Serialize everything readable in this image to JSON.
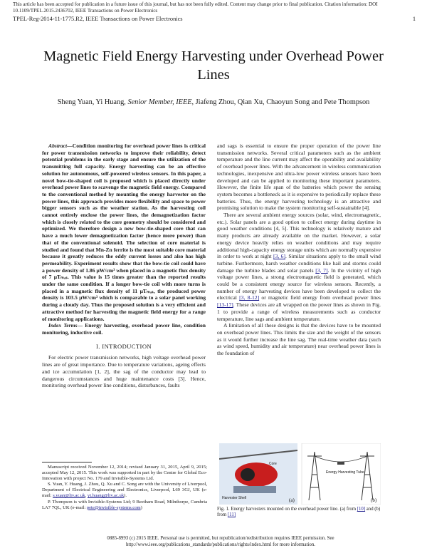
{
  "banner": "This article has been accepted for publication in a future issue of this journal, but has not been fully edited. Content may change prior to final publication. Citation information: DOI 10.1109/TPEL.2015.2436702, IEEE Transactions on Power Electronics",
  "header": {
    "left": "TPEL-Reg-2014-11-1775.R2, IEEE Transactions on Power Electronics",
    "page_number": "1"
  },
  "title": "Magnetic Field Energy Harvesting under Overhead Power Lines",
  "authors": {
    "part1": "Sheng Yuan, Yi Huang, ",
    "member": "Senior Member, IEEE",
    "part2": ", Jiafeng Zhou, Qian Xu, Chaoyun Song and Pete Thompson"
  },
  "abstract": {
    "label": "Abstract",
    "text": "—Condition monitoring for overhead power lines is critical for power transmission networks to improve their reliability, detect potential problems in the early stage and ensure the utilization of the transmitting full capacity. Energy harvesting can be an effective solution for autonomous, self-powered wireless sensors. In this paper, a novel bow-tie-shaped coil is proposed which is placed directly under overhead power lines to scavenge the magnetic field energy. Compared to the conventional method by mounting the energy harvester on the power lines, this approach provides more flexibility and space to power bigger sensors such as the weather station. As the harvesting coil cannot entirely enclose the power lines, the demagnetization factor which is closely related to the core geometry should be considered and optimized. We therefore design a new bow-tie-shaped core that can have a much lower demagnetization factor (hence more power) than that of the conventional solenoid. The selection of core material is studied and found that Mn-Zn ferrite is the most suitable core material because it greatly reduces the eddy current losses and also has high permeability. Experiment results show that the bow-tie coil could have a power density of 1.86 μW/cm³ when placed in a magnetic flux density of 7 μTₘₐₛ. This value is 15 times greater than the reported results under the same condition. If a longer bow-tie coil with more turns is placed in a magnetic flux density of 11 μTₘₐₛ, the produced power density is 103.5 μW/cm³ which is comparable to a solar panel working during a cloudy day. Thus the proposed solution is a very efficient and attractive method for harvesting the magnetic field energy for a range of monitoring applications."
  },
  "index_terms": {
    "label": "Index Terms",
    "text": "— Energy harvesting, overhead power line, condition monitoring, inductive coil."
  },
  "section1": {
    "heading": "I.   INTRODUCTION",
    "p1": "For electric power transmission networks, high voltage overhead power lines are of great importance. Due to temperature variations, ageing effects and ice accumulation [1, 2], the sag of the conductor may lead to dangerous circumstances and huge maintenance costs [3]. Hence, monitoring overhead power line conditions, disturbances, faults"
  },
  "right_col": {
    "p1": "and sags is essential to ensure the proper operation of the power line transmission networks. Several critical parameters such as the ambient temperature and the line current may affect the operability and availability of overhead power lines. With the advancement in wireless communication technologies, inexpensive and ultra-low power wireless sensors have been developed and can be applied to monitoring these important parameters. However, the finite life span of the batteries which power the sensing system becomes a bottleneck as it is expensive to periodically replace these batteries. Thus, the energy harvesting technology is an attractive and promising solution to make the system monitoring self-sustainable [4].",
    "p2a": "There are several ambient energy sources (solar, wind, electromagnetic, etc.). Solar panels are a good option to collect energy during daytime in good weather conditions [4, 5]. This technology is relatively mature and many products are already available on the market. However, a solar energy device heavily relies on weather conditions and may require additional high-capacity energy storage units which are normally expensive in order to work at night ",
    "p2_ref1": "[3, 6]",
    "p2b": ". Similar situations apply to the small wind turbine. Furthermore, harsh weather conditions like hail and storms could damage the turbine blades and solar panels ",
    "p2_ref2": "[3, 7]",
    "p2c": ". In the vicinity of high voltage power lines, a strong electromagnetic field is generated, which could be a consistent energy source for wireless sensors. Recently, a number of energy harvesting devices have been developed to collect the electrical ",
    "p2_ref3": "[3, 8-12]",
    "p2d": " or magnetic field energy from overhead power lines ",
    "p2_ref4": "[13-17]",
    "p2e": ". These devices are all wrapped on the power lines as shown in Fig. 1 to provide a range of wireless measurements such as conductor temperature, line sags and ambient temperature.",
    "p3": "A limitation of all these designs is that the devices have to be mounted on overhead power lines. This limits the size and the weight of the sensors as it would further increase the line sag. The real-time weather data (such as wind speed, humidity and air temperature) near overhead power lines is the foundation of"
  },
  "figure": {
    "label_a": "(a)",
    "label_b": "(b)",
    "harvester_label": "Energy Harvesting Tube",
    "core_label": "Harvester Shell",
    "magnet_label": "Core",
    "caption_a": "Fig. 1. Energy harvesters mounted on the overhead power line. (a) from ",
    "caption_ref1": "[10]",
    "caption_b": " and (b) from ",
    "caption_ref2": "[11]"
  },
  "footnotes": {
    "f1": "Manuscript received November 12, 2014; revised January 31, 2015, April 9, 2015; accepted May 12, 2015. This work was supported in part by the Centre for Global Eco-Innovation with project No. 179 and Invisible-Systems Ltd.",
    "f2a": "S. Yuan, Y. Huang, J. Zhou, Q. Xu and C. Song are with the University of Liverpool, Department of Electrical Engineering and Electronics, Liverpool, L69 3GJ, UK (e-mail: ",
    "f2_email1": "s.yuan@liv.ac.uk",
    "f2_sep": ", ",
    "f2_email2": "yi.huang@liv.ac.uk",
    "f2b": ").",
    "f3a": "P. Thompson is with Invisible-Systems Ltd; 9 Beetham Road, Milnthorpe, Cumbria LA7 7QL, UK (e-mail: ",
    "f3_email": "pete@invisible-systems.com",
    "f3b": ")"
  },
  "copyright": "0885-8993 (c) 2015 IEEE. Personal use is permitted, but republication/redistribution requires IEEE permission. See http://www.ieee.org/publications_standards/publications/rights/index.html for more information."
}
